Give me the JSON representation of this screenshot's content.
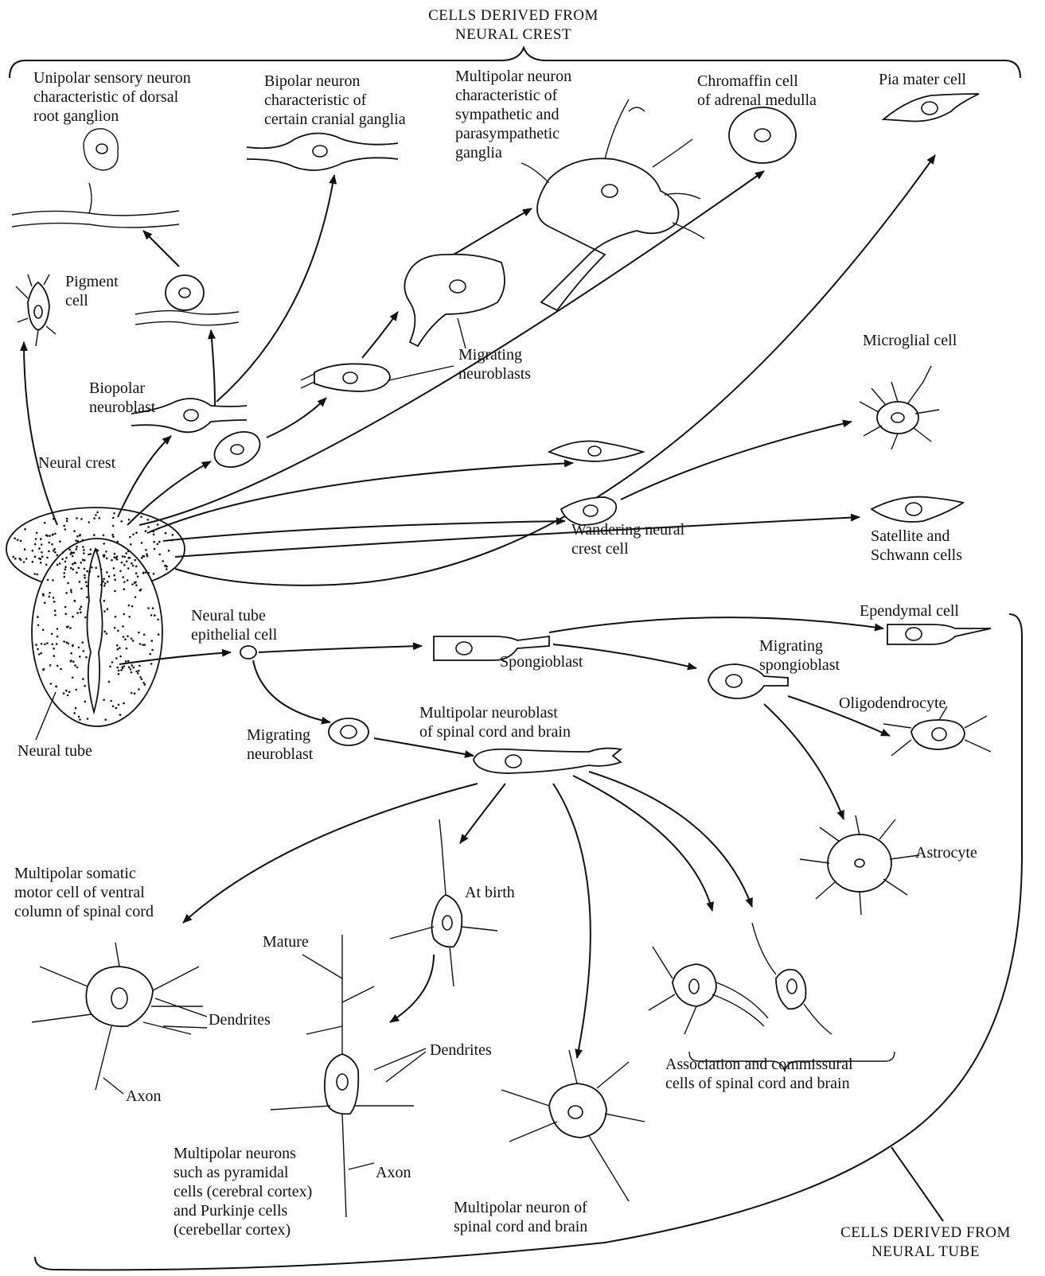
{
  "groups": {
    "neural_crest_title": "CELLS DERIVED FROM\nNEURAL CREST",
    "neural_tube_title": "CELLS DERIVED FROM\nNEURAL TUBE"
  },
  "labels": {
    "unipolar": "Unipolar sensory neuron\ncharacteristic of dorsal\nroot ganglion",
    "bipolar_neuron": "Bipolar neuron\ncharacteristic of\ncertain cranial ganglia",
    "multipolar_ganglia": "Multipolar neuron\ncharacteristic of\nsympathetic and\nparasympathetic\nganglia",
    "chromaffin": "Chromaffin cell\nof adrenal medulla",
    "pia_mater": "Pia mater cell",
    "pigment": "Pigment\ncell",
    "migrating_neuroblasts": "Migrating\nneuroblasts",
    "microglial": "Microglial cell",
    "biopolar_neuroblast": "Biopolar\nneuroblast",
    "neural_crest": "Neural crest",
    "wandering": "Wandering neural\ncrest cell",
    "satellite": "Satellite and\nSchwann cells",
    "neural_tube_epithelial": "Neural tube\nepithelial cell",
    "ependymal": "Ependymal cell",
    "migrating_spongioblast": "Migrating\nspongioblast",
    "spongioblast": "Spongioblast",
    "oligodendrocyte": "Oligodendrocyte",
    "multipolar_neuroblast": "Multipolar neuroblast\nof spinal cord and brain",
    "migrating_neuroblast": "Migrating\nneuroblast",
    "neural_tube": "Neural tube",
    "astrocyte": "Astrocyte",
    "somatic_motor": "Multipolar somatic\nmotor cell of ventral\ncolumn of spinal cord",
    "at_birth": "At birth",
    "mature": "Mature",
    "dendrites_1": "Dendrites",
    "dendrites_2": "Dendrites",
    "axon_1": "Axon",
    "axon_2": "Axon",
    "association": "Association and commissural\ncells of spinal cord and brain",
    "pyramidal": "Multipolar neurons\nsuch as pyramidal\ncells (cerebral cortex)\nand Purkinje cells\n(cerebellar cortex)",
    "multipolar_spinal": "Multipolar neuron of\nspinal cord and brain"
  }
}
